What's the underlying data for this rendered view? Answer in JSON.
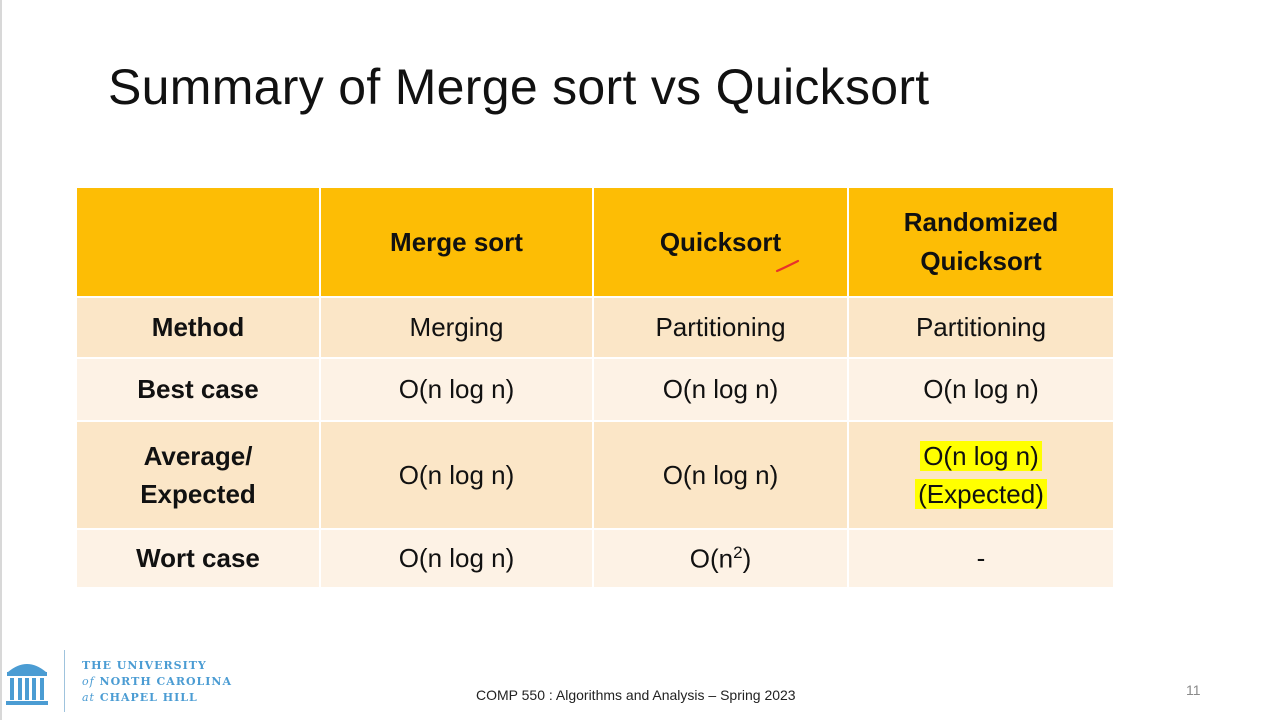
{
  "slide": {
    "title": "Summary of Merge sort vs Quicksort"
  },
  "table": {
    "headers": [
      "",
      "Merge sort",
      "Quicksort",
      "Randomized Quicksort"
    ],
    "header_lines": {
      "randomized_line1": "Randomized",
      "randomized_line2": "Quicksort"
    },
    "rows": {
      "method": {
        "label": "Method",
        "merge_sort": "Merging",
        "quicksort": "Partitioning",
        "randomized_quicksort": "Partitioning"
      },
      "best_case": {
        "label": "Best case",
        "merge_sort": "O(n log n)",
        "quicksort": "O(n log n)",
        "randomized_quicksort": "O(n log n)"
      },
      "average_case": {
        "label_line1": "Average/",
        "label_line2": "Expected",
        "merge_sort": "O(n log n)",
        "quicksort": "O(n log n)",
        "randomized_line1": "O(n log n)",
        "randomized_line2": "(Expected)"
      },
      "worst_case": {
        "label": "Wort case",
        "merge_sort": "O(n log n)",
        "quicksort_base": "O(n",
        "quicksort_exp": "2",
        "quicksort_close": ")",
        "randomized_quicksort": "-"
      }
    }
  },
  "footer": {
    "course": "COMP 550 : Algorithms and Analysis – Spring 2023",
    "page_number": "11"
  },
  "logo": {
    "line1": "THE UNIVERSITY",
    "line2_lead": "of",
    "line2_rest": "NORTH CAROLINA",
    "line3_lead": "at",
    "line3_rest": "CHAPEL HILL"
  },
  "colors": {
    "header_fill": "#fdbd05",
    "band_dark": "#fbe6c7",
    "band_light": "#fdf2e5",
    "highlight": "#ffff00",
    "pen_annotation": "#e8322b",
    "unc_blue": "#4b9cd3"
  },
  "icons": {
    "logo_mark": "old-well-icon",
    "annotation": "pen-stroke-icon"
  }
}
